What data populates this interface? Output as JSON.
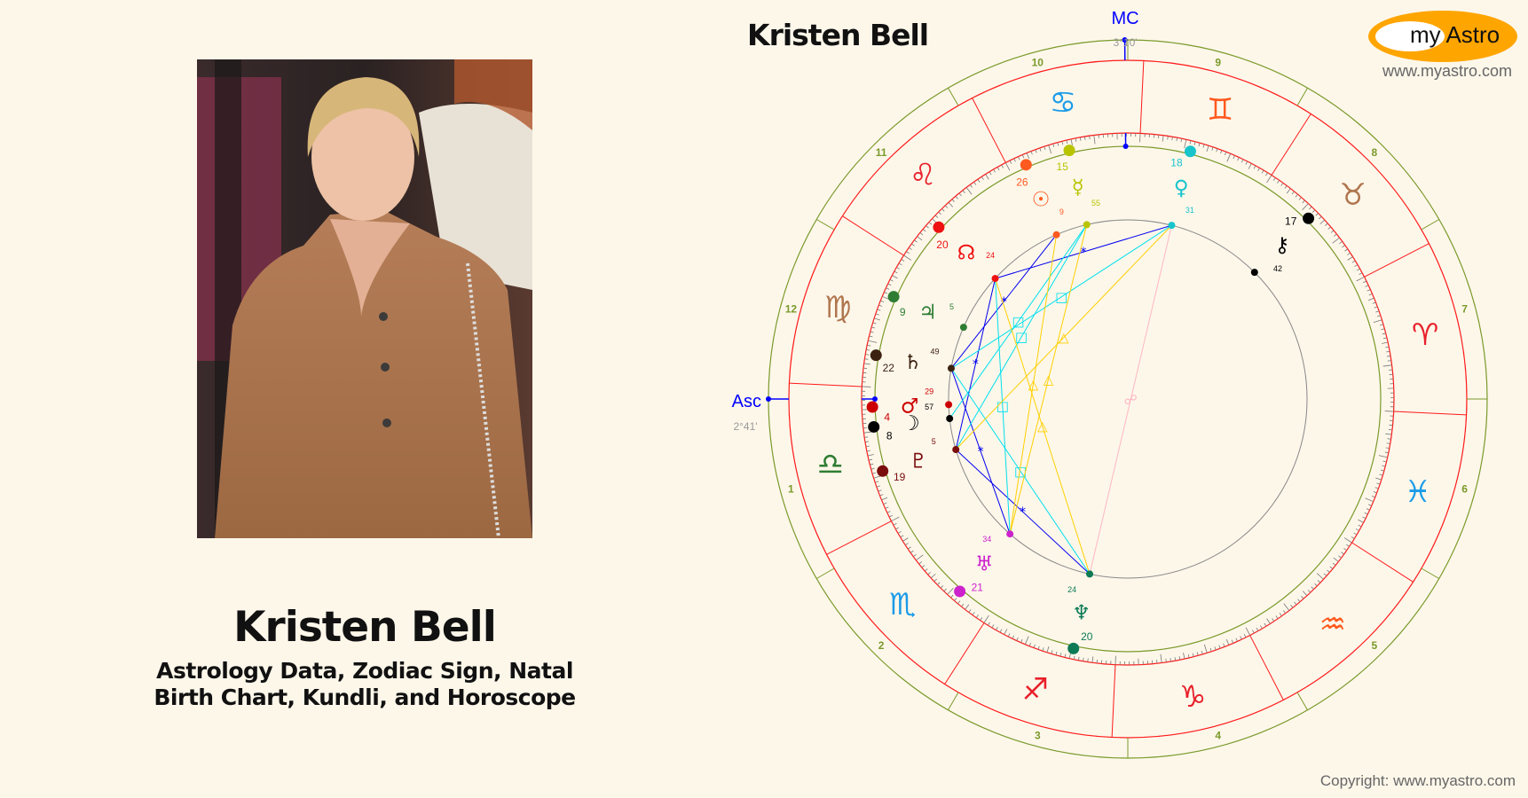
{
  "profile": {
    "name": "Kristen Bell",
    "subtitle_line1": "Astrology Data, Zodiac Sign, Natal",
    "subtitle_line2": "Birth Chart, Kundli, and Horoscope"
  },
  "chart_header": {
    "title": "Kristen Bell",
    "logo_text": "my Astro",
    "site": "www.myastro.com",
    "copyright": "Copyright: www.myastro.com"
  },
  "chart": {
    "ascendant": {
      "label": "Asc",
      "position": "2°41'",
      "longitude": 182.683
    },
    "midheaven": {
      "label": "MC",
      "position": "3°10'",
      "longitude": 93.167
    },
    "houses": [
      "1",
      "2",
      "3",
      "4",
      "5",
      "6",
      "7",
      "8",
      "9",
      "10",
      "11",
      "12"
    ],
    "signs": [
      {
        "name": "aries",
        "glyph": "♈︎",
        "color": "#e8202a"
      },
      {
        "name": "taurus",
        "glyph": "♉︎",
        "color": "#b0764e"
      },
      {
        "name": "gemini",
        "glyph": "♊︎",
        "color": "#ff5a1f"
      },
      {
        "name": "cancer",
        "glyph": "♋︎",
        "color": "#1a9be8"
      },
      {
        "name": "leo",
        "glyph": "♌︎",
        "color": "#e8202a"
      },
      {
        "name": "virgo",
        "glyph": "♍︎",
        "color": "#b0764e"
      },
      {
        "name": "libra",
        "glyph": "♎︎",
        "color": "#2e7d32"
      },
      {
        "name": "scorpio",
        "glyph": "♏︎",
        "color": "#1a9be8"
      },
      {
        "name": "sagittarius",
        "glyph": "♐︎",
        "color": "#e8202a"
      },
      {
        "name": "capricorn",
        "glyph": "♑︎",
        "color": "#e8202a"
      },
      {
        "name": "aquarius",
        "glyph": "♒︎",
        "color": "#ff5a1f"
      },
      {
        "name": "pisces",
        "glyph": "♓︎",
        "color": "#1a9be8"
      }
    ],
    "planets": [
      {
        "name": "sun",
        "glyph": "☉",
        "longitude": 116.15,
        "deg": "26",
        "min": "9",
        "color": "#ff5a1f"
      },
      {
        "name": "mercury",
        "glyph": "☿",
        "longitude": 105.92,
        "deg": "15",
        "min": "55",
        "color": "#b8c400"
      },
      {
        "name": "venus",
        "glyph": "♀",
        "longitude": 78.52,
        "deg": "18",
        "min": "31",
        "color": "#18c4cc"
      },
      {
        "name": "chiron",
        "glyph": "⚷",
        "longitude": 47.7,
        "deg": "17",
        "min": "42",
        "color": "#000000"
      },
      {
        "name": "north-node",
        "glyph": "☊",
        "longitude": 140.4,
        "deg": "20",
        "min": "24",
        "color": "#ee1111"
      },
      {
        "name": "jupiter",
        "glyph": "♃",
        "longitude": 159.08,
        "deg": "9",
        "min": "5",
        "color": "#2e7d32"
      },
      {
        "name": "saturn",
        "glyph": "♄",
        "longitude": 172.82,
        "deg": "22",
        "min": "49",
        "color": "#3b2210"
      },
      {
        "name": "mars",
        "glyph": "♂",
        "longitude": 184.48,
        "deg": "4",
        "min": "29",
        "color": "#cc0000"
      },
      {
        "name": "moon",
        "glyph": "☽",
        "longitude": 188.95,
        "deg": "8",
        "min": "57",
        "color": "#000000"
      },
      {
        "name": "pluto",
        "glyph": "♇",
        "longitude": 199.08,
        "deg": "19",
        "min": "5",
        "color": "#7a0c0c"
      },
      {
        "name": "uranus",
        "glyph": "♅",
        "longitude": 231.57,
        "deg": "21",
        "min": "34",
        "color": "#cc22cc"
      },
      {
        "name": "neptune",
        "glyph": "♆",
        "longitude": 260.4,
        "deg": "20",
        "min": "24",
        "color": "#0b7a55"
      }
    ],
    "aspect_styles": {
      "sextile": {
        "symbol": "*",
        "color": "#0000ee"
      },
      "square": {
        "symbol": "□",
        "color": "#00e0ee"
      },
      "trine": {
        "symbol": "△",
        "color": "#ffd000"
      },
      "opposition": {
        "symbol": "☍",
        "color": "#ffb6c1"
      }
    },
    "aspects": [
      {
        "a": "venus",
        "b": "north-node",
        "type": "sextile"
      },
      {
        "a": "sun",
        "b": "saturn",
        "type": "sextile"
      },
      {
        "a": "north-node",
        "b": "pluto",
        "type": "sextile"
      },
      {
        "a": "saturn",
        "b": "uranus",
        "type": "sextile"
      },
      {
        "a": "pluto",
        "b": "neptune",
        "type": "sextile"
      },
      {
        "a": "venus",
        "b": "saturn",
        "type": "square"
      },
      {
        "a": "mercury",
        "b": "moon",
        "type": "square"
      },
      {
        "a": "mercury",
        "b": "pluto",
        "type": "square"
      },
      {
        "a": "saturn",
        "b": "neptune",
        "type": "square"
      },
      {
        "a": "north-node",
        "b": "uranus",
        "type": "square"
      },
      {
        "a": "sun",
        "b": "uranus",
        "type": "trine"
      },
      {
        "a": "mercury",
        "b": "uranus",
        "type": "trine"
      },
      {
        "a": "venus",
        "b": "pluto",
        "type": "trine"
      },
      {
        "a": "north-node",
        "b": "neptune",
        "type": "trine"
      },
      {
        "a": "venus",
        "b": "neptune",
        "type": "opposition"
      }
    ],
    "colors": {
      "house_ring": "#7a9a2a",
      "zodiac_ring": "#ff1a1a",
      "angles": "#0000ff",
      "tick": "#777777"
    }
  }
}
